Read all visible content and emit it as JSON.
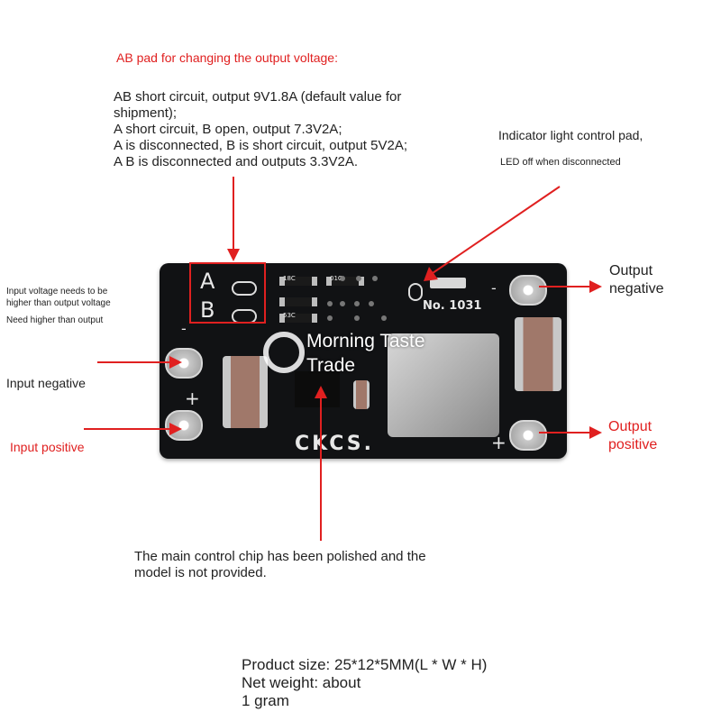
{
  "ab_pad_title": "AB pad for changing the output voltage:",
  "ab_modes": [
    "AB short circuit, output 9V1.8A (default value for",
    "shipment);",
    "A short circuit, B open, output 7.3V2A;",
    "A is disconnected, B is short circuit, output 5V2A;",
    " A B is disconnected and outputs 3.3V2A."
  ],
  "indicator": {
    "title": "Indicator light control pad,",
    "note": "LED off when disconnected"
  },
  "input_note": {
    "line1": "Input voltage needs to be",
    "line2": "higher than output voltage",
    "line3": "Need higher than output"
  },
  "labels": {
    "input_negative": "Input negative",
    "input_positive": "Input positive",
    "output_negative_1": "Output",
    "output_negative_2": "negative",
    "output_positive_1": "Output",
    "output_positive_2": "positive"
  },
  "chip_note": {
    "line1": "The main control chip has been polished and the",
    "line2": "model is not provided."
  },
  "product": {
    "size": "Product size: 25*12*5MM(L * W * H)",
    "weight_1": "Net weight: about",
    "weight_2": "1 gram"
  },
  "board": {
    "pad_a": "A",
    "pad_b": "B",
    "model": "No. 1031",
    "brand": "CKCS.",
    "plus": "+",
    "minus": "-",
    "res_1": "18C",
    "res_2": "01C",
    "res_3": "53C"
  },
  "watermark": {
    "line1": "Morning Taste",
    "line2": "Trade"
  },
  "colors": {
    "annotation_red": "#e02020",
    "board": "#111214"
  }
}
